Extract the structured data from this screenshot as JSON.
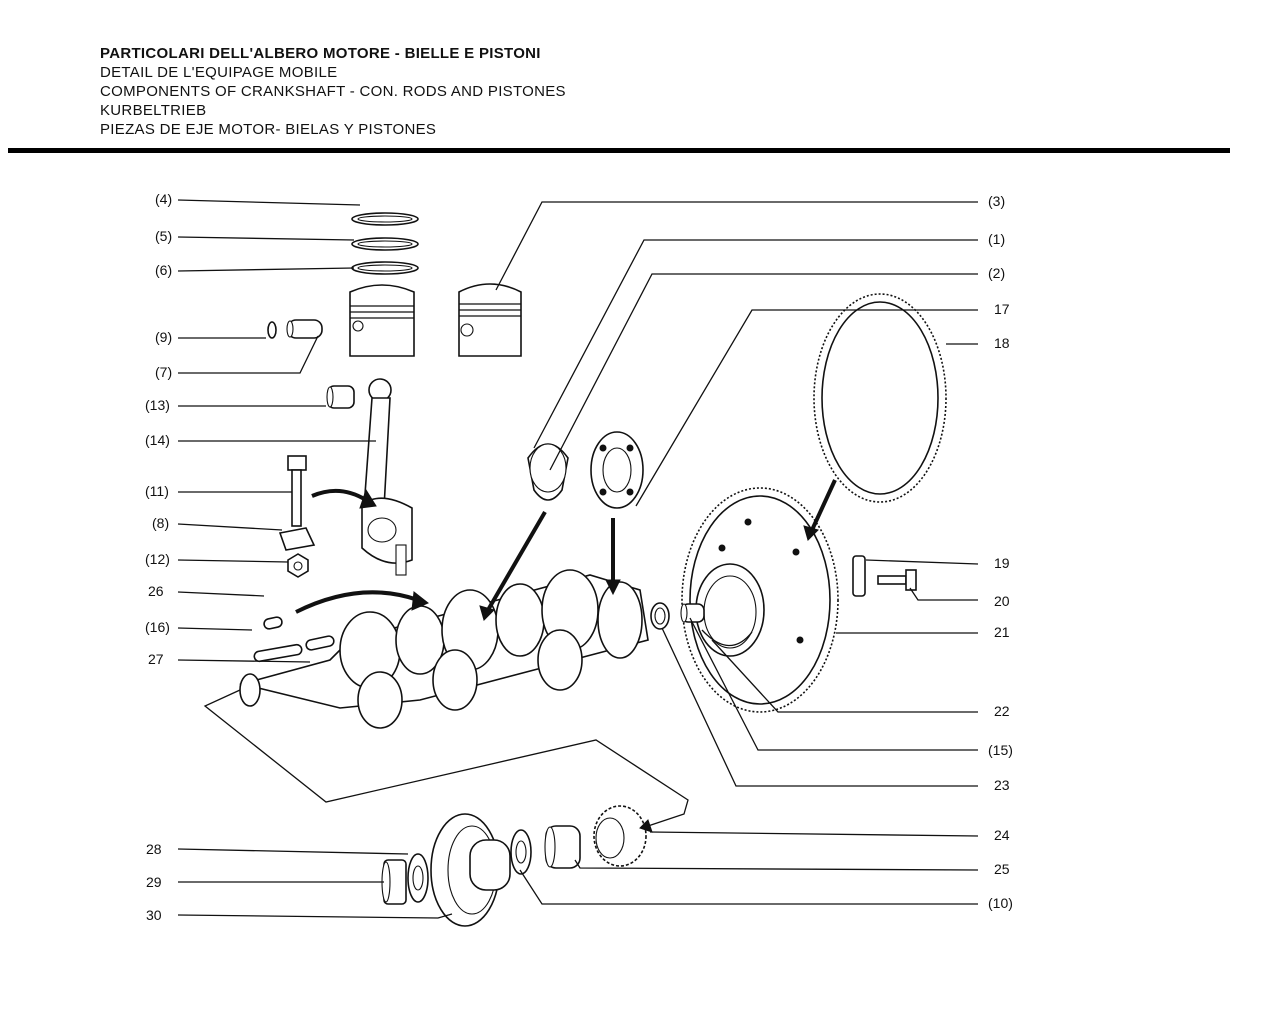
{
  "header": {
    "title_it": "PARTICOLARI DELL'ALBERO MOTORE - BIELLE E PISTONI",
    "title_fr": "DETAIL DE L'EQUIPAGE MOBILE",
    "title_en": "COMPONENTS OF CRANKSHAFT - CON. RODS AND PISTONES",
    "title_de": "KURBELTRIEB",
    "title_es": "PIEZAS DE EJE MOTOR- BIELAS Y PISTONES"
  },
  "callouts_left": {
    "c4": "(4)",
    "c5": "(5)",
    "c6": "(6)",
    "c9": "(9)",
    "c7": "(7)",
    "c13": "(13)",
    "c14": "(14)",
    "c11": "(11)",
    "c8": "(8)",
    "c12": "(12)",
    "c26": "26",
    "c16": "(16)",
    "c27": "27",
    "c28": "28",
    "c29": "29",
    "c30": "30"
  },
  "callouts_right": {
    "c3": "(3)",
    "c1": "(1)",
    "c2": "(2)",
    "c17": "17",
    "c18": "18",
    "c19": "19",
    "c20": "20",
    "c21": "21",
    "c22": "22",
    "c15": "(15)",
    "c23": "23",
    "c24": "24",
    "c25": "25",
    "c10": "(10)"
  }
}
